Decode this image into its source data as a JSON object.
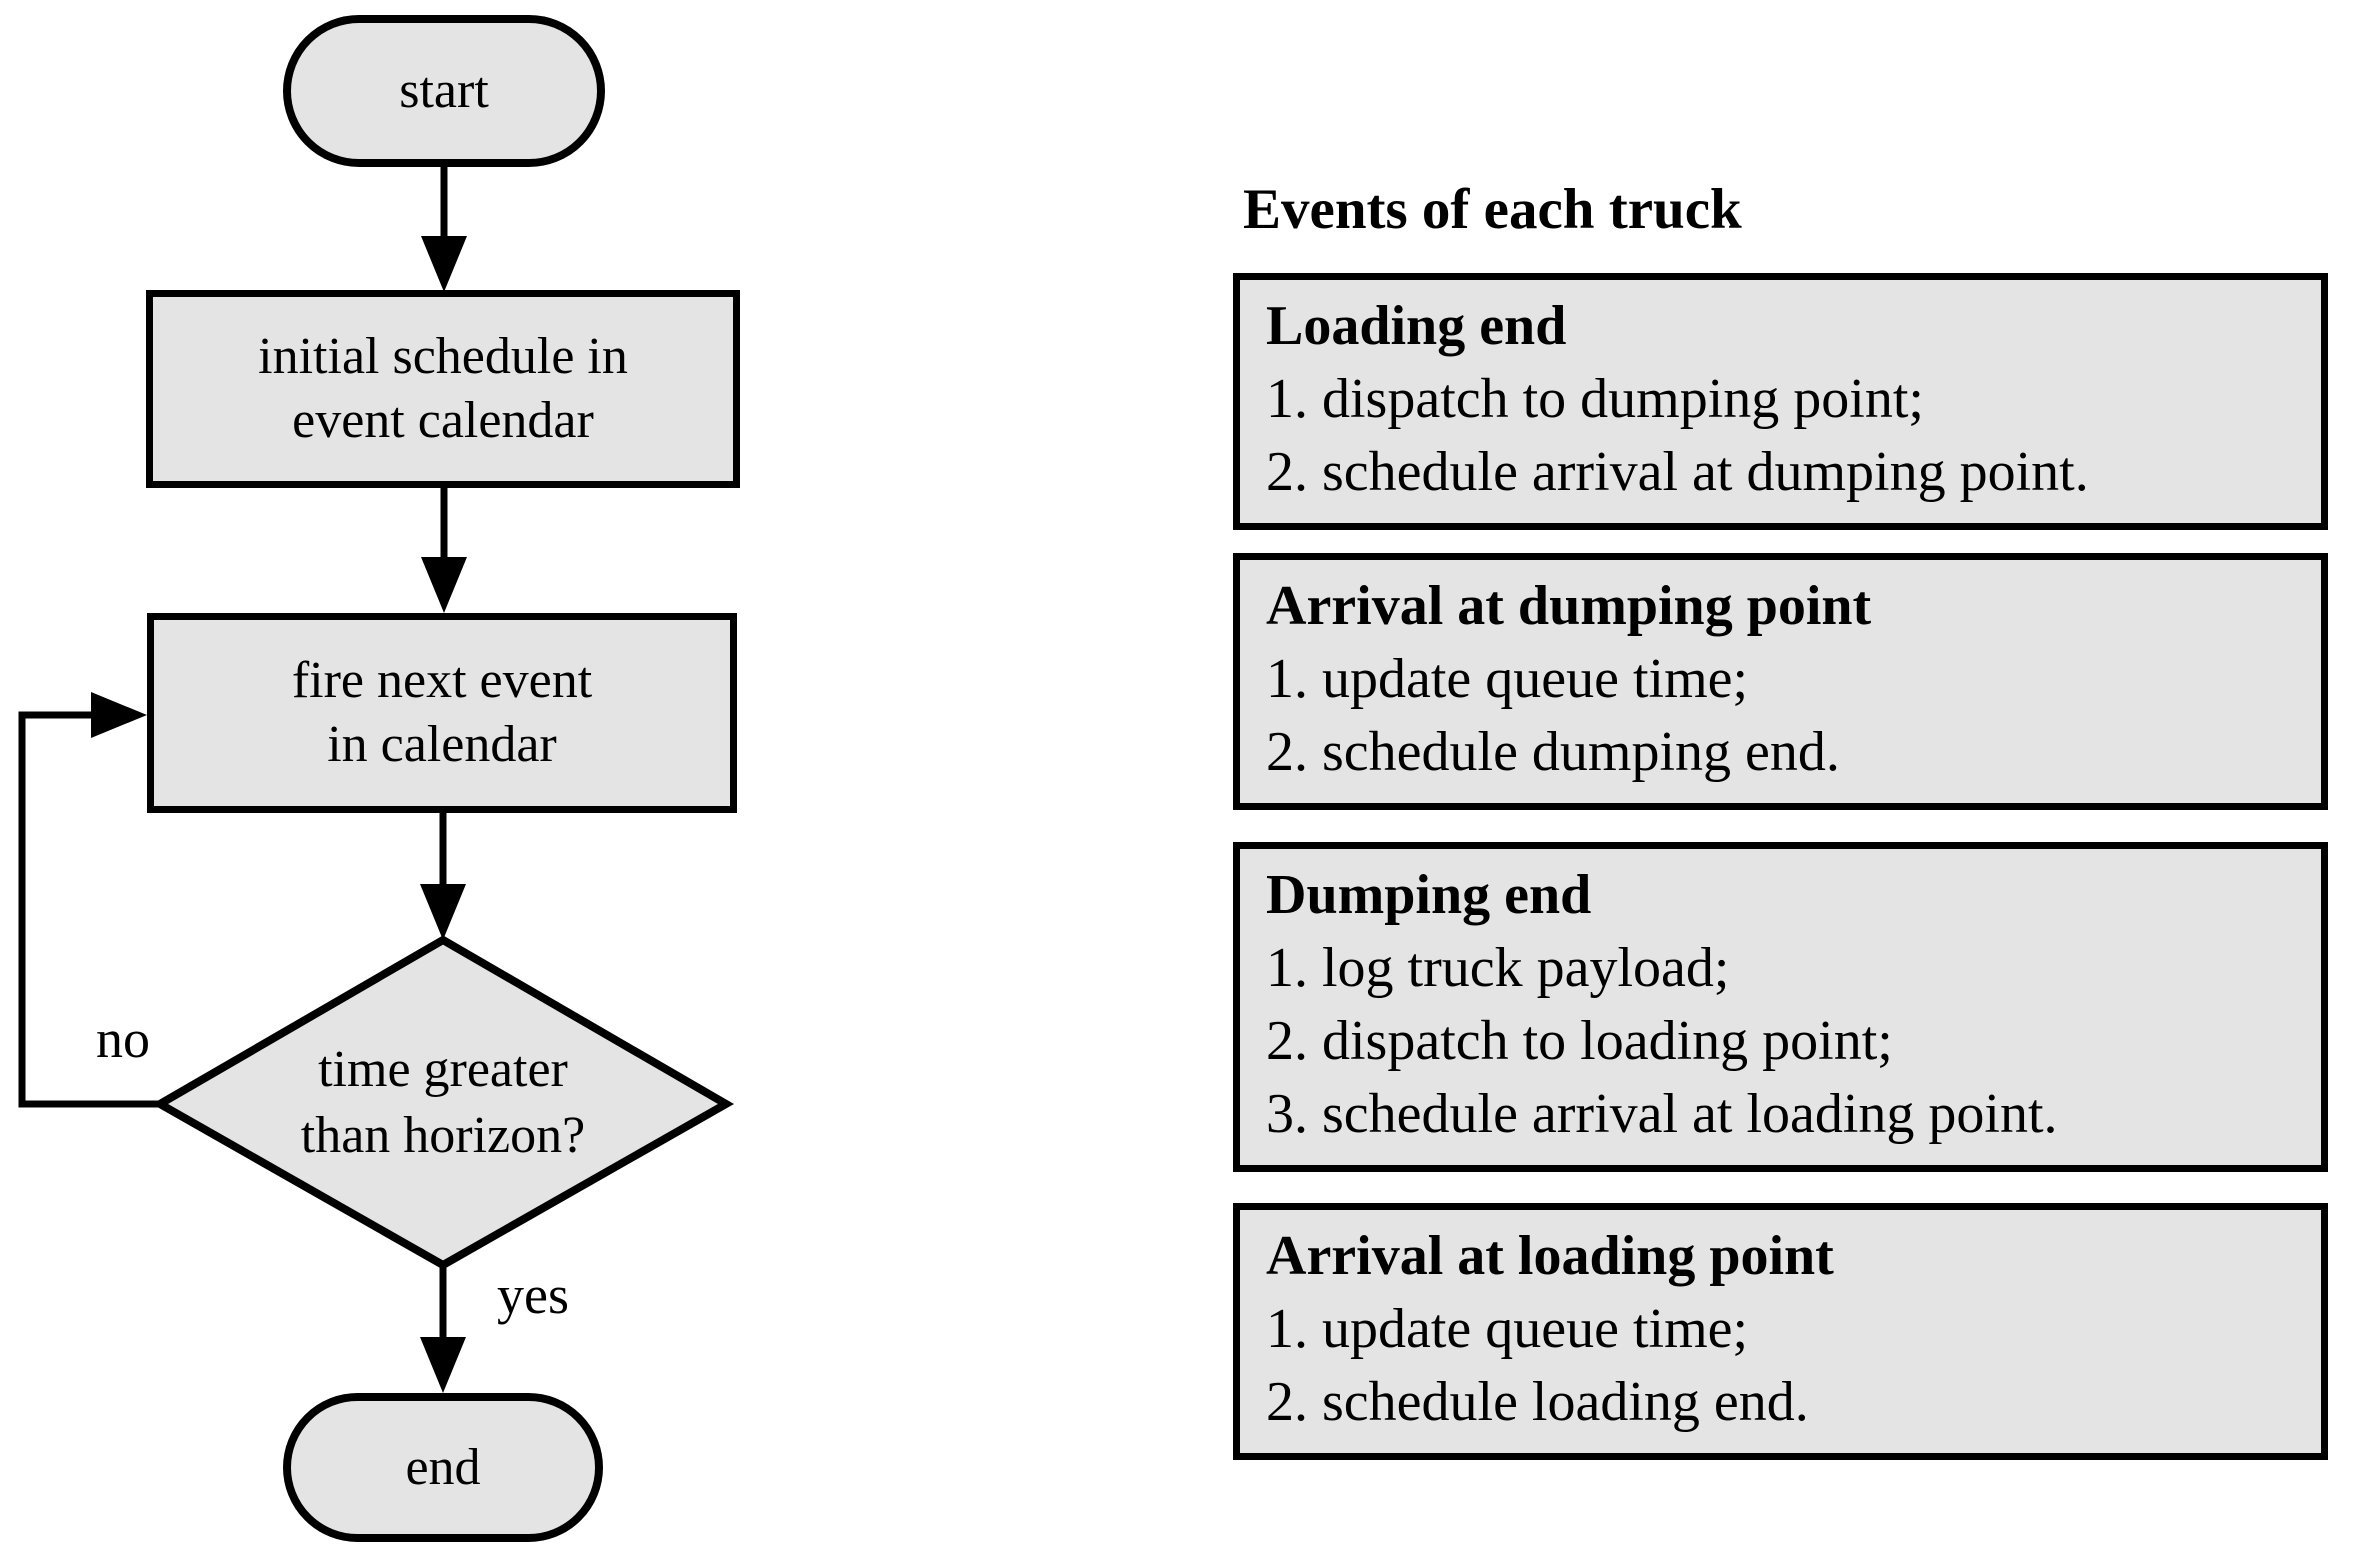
{
  "flowchart": {
    "nodes": {
      "start": "start",
      "initial_schedule": "initial schedule in\nevent calendar",
      "fire_next_event": "fire next event\nin calendar",
      "decision": "time greater\nthan horizon?",
      "end": "end"
    },
    "edge_labels": {
      "no": "no",
      "yes": "yes"
    }
  },
  "events_panel": {
    "title": "Events of each truck",
    "boxes": [
      {
        "title": "Loading end",
        "lines": [
          "1. dispatch to dumping point;",
          "2. schedule arrival at dumping point."
        ]
      },
      {
        "title": "Arrival at dumping point",
        "lines": [
          "1. update queue time;",
          "2. schedule dumping end."
        ]
      },
      {
        "title": "Dumping end",
        "lines": [
          "1. log truck payload;",
          "2. dispatch to loading point;",
          "3. schedule arrival at loading point."
        ]
      },
      {
        "title": "Arrival at loading point",
        "lines": [
          "1. update queue time;",
          "2. schedule loading end."
        ]
      }
    ]
  },
  "colors": {
    "shape_fill": "#e4e4e4",
    "stroke": "#000000",
    "background": "#ffffff"
  }
}
